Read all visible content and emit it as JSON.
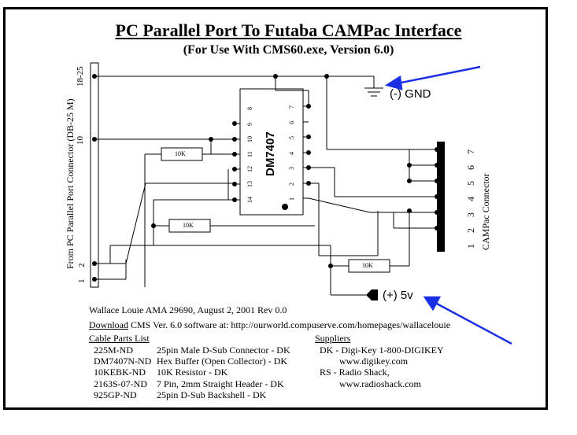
{
  "title": "PC Parallel Port To Futaba CAMPac Interface",
  "subtitle": "(For Use With CMS60.exe, Version 6.0)",
  "db25": {
    "label": "From PC Parallel Port Connector (DB-25 M)",
    "pins": [
      "18-25",
      "10",
      "2",
      "1"
    ]
  },
  "ic": {
    "name": "DM7407",
    "left_pins": [
      "8",
      "9",
      "10",
      "11",
      "12",
      "13",
      "14"
    ],
    "right_pins": [
      "7",
      "6",
      "5",
      "4",
      "3",
      "2",
      "1"
    ]
  },
  "resistors": [
    "10K",
    "10K",
    "10K"
  ],
  "campac": {
    "label": "CAMPac Connector",
    "pins": [
      "7",
      "6",
      "5",
      "4",
      "3",
      "2",
      "1"
    ]
  },
  "gnd_label": "(-) GND",
  "vcc_label": "(+) 5v",
  "credit": "Wallace Louie AMA 29690, August 2, 2001 Rev 0.0",
  "download": {
    "link": "Download",
    "text": " CMS Ver. 6.0 software at: http://ourworld.compuserve.com/homepages/wallacelouie"
  },
  "parts": {
    "heading": "Cable Parts List",
    "items": [
      {
        "part": "225M-ND",
        "desc": "25pin Male D-Sub Connector - DK"
      },
      {
        "part": "DM7407N-ND",
        "desc": "Hex Buffer (Open Collector) - DK"
      },
      {
        "part": "10KEBK-ND",
        "desc": "10K Resistor - DK"
      },
      {
        "part": "2163S-07-ND",
        "desc": "7 Pin, 2mm Straight Header - DK"
      },
      {
        "part": "925GP-ND",
        "desc": "25pin D-Sub Backshell - DK"
      }
    ]
  },
  "suppliers": {
    "heading": "Suppliers",
    "lines": [
      "DK - Digi-Key 1-800-DIGIKEY",
      "www.digikey.com",
      "RS - Radio Shack,",
      "www.radioshack.com"
    ]
  },
  "colors": {
    "arrow": "#1a2ee6",
    "ink": "#000000"
  }
}
